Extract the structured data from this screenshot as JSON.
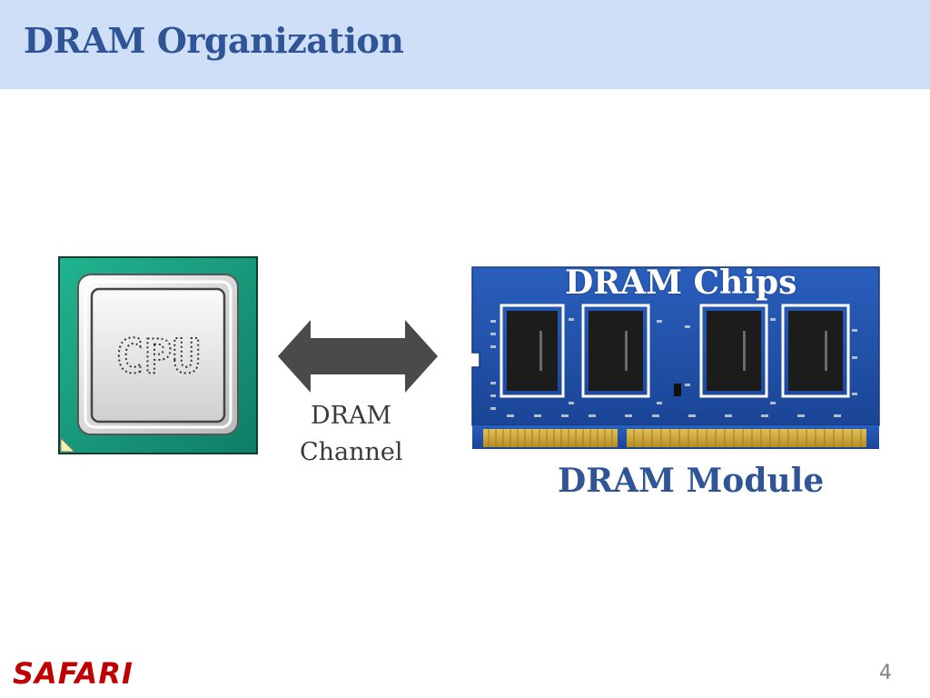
{
  "slide": {
    "title": "DRAM Organization",
    "page_number": "4"
  },
  "diagram": {
    "cpu_chip_text": "CPU",
    "channel_label": [
      "DRAM",
      "Channel"
    ],
    "chips_label": "DRAM Chips",
    "module_label": "DRAM Module"
  },
  "footer": {
    "logo_text": "SAFARI"
  },
  "colors": {
    "title_bar": "#cfdff7",
    "title_text": "#2f5597",
    "logo": "#c00000",
    "pcb_blue": "#1f4fa8",
    "cpu_green": "#16947a",
    "arrow": "#4a4a4a"
  }
}
